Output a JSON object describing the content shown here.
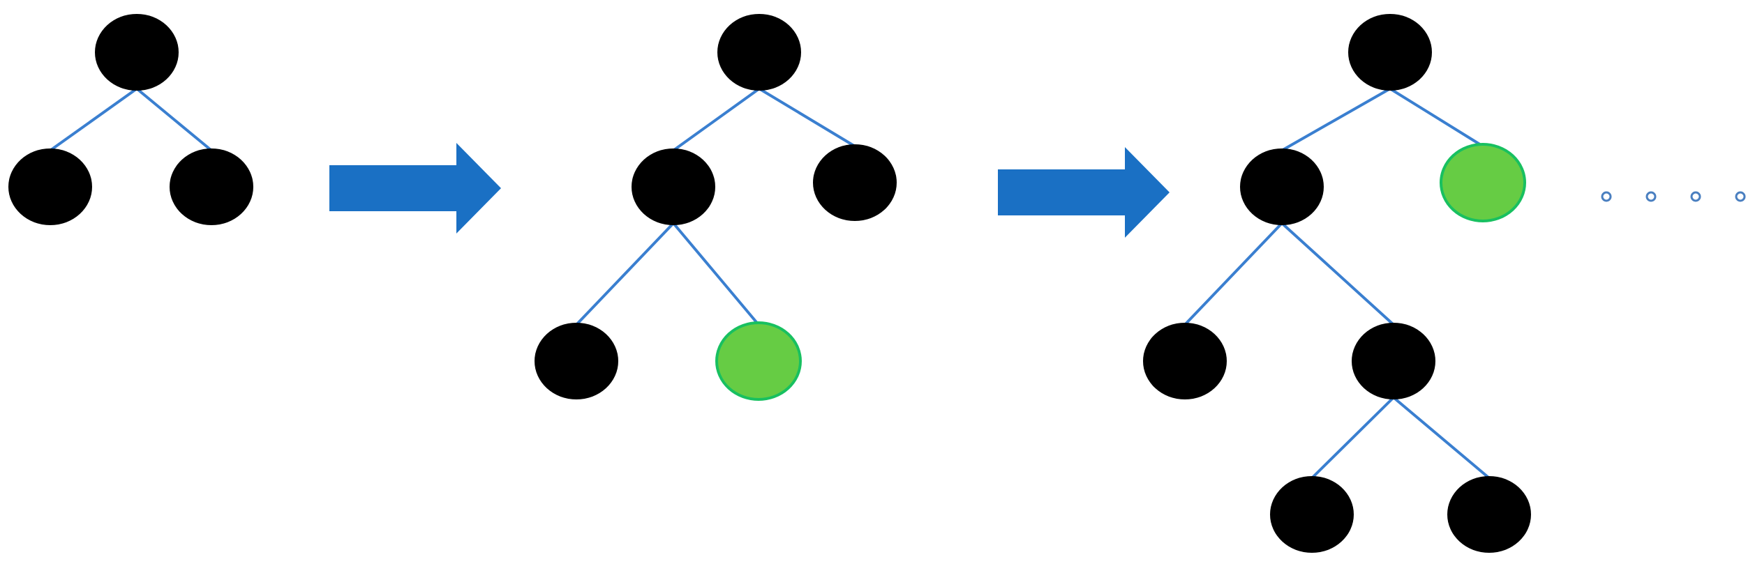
{
  "colors": {
    "background": "#ffffff",
    "node_default": "#000000",
    "node_highlight": "#66cc44",
    "node_highlight_border": "#18c060",
    "edge": "#3a7fd0",
    "arrow": "#1a70c4",
    "ellipsis_dot": "#4a7fc0"
  },
  "trees": [
    {
      "id": "tree-1",
      "nodes": [
        {
          "id": "root",
          "state": "default"
        },
        {
          "id": "left",
          "state": "default"
        },
        {
          "id": "right",
          "state": "default"
        }
      ],
      "edges": [
        [
          "root",
          "left"
        ],
        [
          "root",
          "right"
        ]
      ]
    },
    {
      "id": "tree-2",
      "nodes": [
        {
          "id": "root",
          "state": "default"
        },
        {
          "id": "left",
          "state": "default"
        },
        {
          "id": "right",
          "state": "default"
        },
        {
          "id": "left-left",
          "state": "default"
        },
        {
          "id": "left-right",
          "state": "highlighted"
        }
      ],
      "edges": [
        [
          "root",
          "left"
        ],
        [
          "root",
          "right"
        ],
        [
          "left",
          "left-left"
        ],
        [
          "left",
          "left-right"
        ]
      ]
    },
    {
      "id": "tree-3",
      "nodes": [
        {
          "id": "root",
          "state": "default"
        },
        {
          "id": "left",
          "state": "default"
        },
        {
          "id": "right",
          "state": "highlighted"
        },
        {
          "id": "left-left",
          "state": "default"
        },
        {
          "id": "left-right",
          "state": "default"
        },
        {
          "id": "left-right-left",
          "state": "default"
        },
        {
          "id": "left-right-right",
          "state": "default"
        }
      ],
      "edges": [
        [
          "root",
          "left"
        ],
        [
          "root",
          "right"
        ],
        [
          "left",
          "left-left"
        ],
        [
          "left",
          "left-right"
        ],
        [
          "left-right",
          "left-right-left"
        ],
        [
          "left-right",
          "left-right-right"
        ]
      ]
    }
  ],
  "transitions": [
    {
      "from": "tree-1",
      "to": "tree-2",
      "icon": "right-arrow-icon"
    },
    {
      "from": "tree-2",
      "to": "tree-3",
      "icon": "right-arrow-icon"
    }
  ],
  "continuation": {
    "icon": "ellipsis-icon",
    "dot_count": 4
  }
}
